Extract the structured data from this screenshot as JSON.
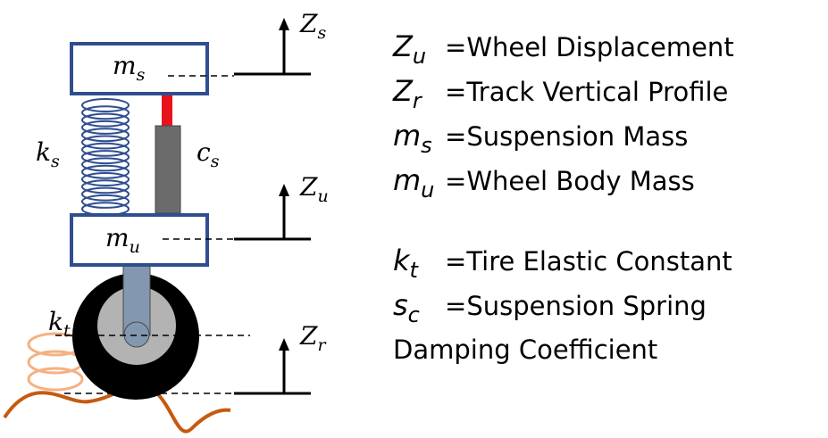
{
  "diagram": {
    "labels": {
      "ms": {
        "base": "m",
        "sub": "s"
      },
      "mu": {
        "base": "m",
        "sub": "u"
      },
      "ks": {
        "base": "k",
        "sub": "s"
      },
      "cs": {
        "base": "c",
        "sub": "s"
      },
      "kt": {
        "base": "k",
        "sub": "t"
      },
      "Zs": {
        "base": "Z",
        "sub": "s"
      },
      "Zu": {
        "base": "Z",
        "sub": "u"
      },
      "Zr": {
        "base": "Z",
        "sub": "r"
      }
    },
    "colors": {
      "mass_box": "#2f4e8f",
      "spring_ks": "#2f4e8f",
      "damper_top": "#e8141c",
      "damper_body": "#6b6b6b",
      "tire": "#000000",
      "hub": "#b3b3b3",
      "axle": "#8497b0",
      "spring_kt": "#f4b183",
      "road": "#c55a11"
    }
  },
  "legend": {
    "items": [
      {
        "symbol": "Z",
        "sub": "u",
        "sep": " = ",
        "text": "Wheel Displacement"
      },
      {
        "symbol": "Z",
        "sub": "r",
        "sep": " = ",
        "text": "Track Vertical Profile"
      },
      {
        "symbol": "m",
        "sub": "s",
        "sep": "= ",
        "text": "Suspension Mass"
      },
      {
        "symbol": "m",
        "sub": "u",
        "sep": "= ",
        "text": "Wheel Body Mass"
      },
      {
        "symbol": "k",
        "sub": "t",
        "sep": " = ",
        "text": "Tire Elastic Constant"
      },
      {
        "symbol": "s",
        "sub": "c",
        "sep": " = ",
        "text": "Suspension Spring"
      }
    ],
    "continuation": "Damping Coefficient"
  }
}
